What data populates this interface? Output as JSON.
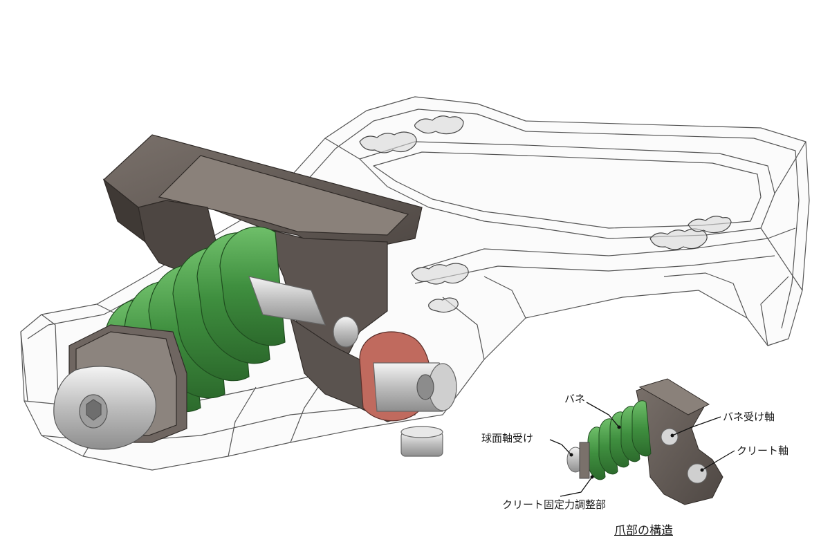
{
  "detail": {
    "caption": "爪部の構造",
    "labels": {
      "spring": "バネ",
      "spherical_bearing": "球面軸受け",
      "cleat_retention_adjuster": "クリート固定力調整部",
      "spring_seat_shaft": "バネ受け軸",
      "cleat_shaft": "クリート軸"
    }
  },
  "colors": {
    "spring": "#3f8f3f",
    "claw": "#6b625c",
    "bushing": "#c06a5e",
    "wireframe": "#555555",
    "metal": "#d7d7d7"
  }
}
